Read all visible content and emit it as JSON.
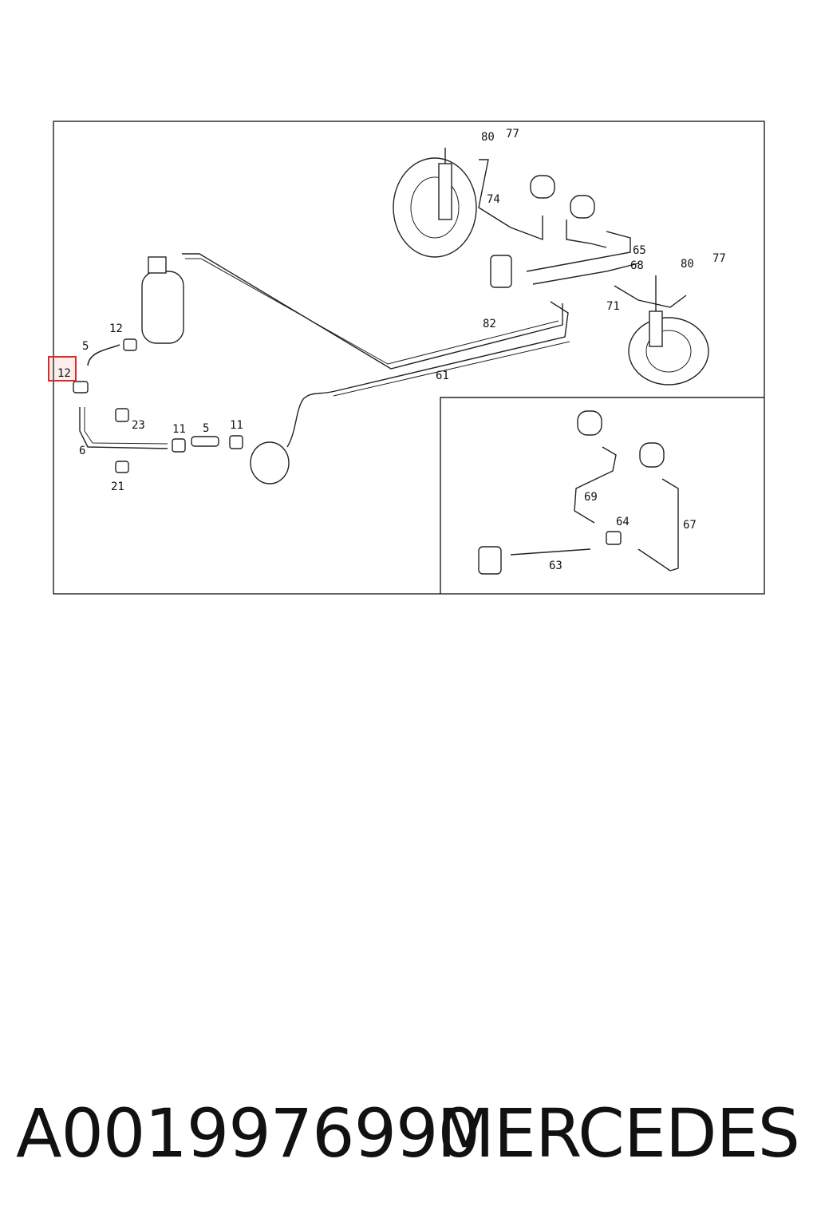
{
  "diagram": {
    "callouts": [
      "80",
      "77",
      "74",
      "65",
      "68",
      "80",
      "77",
      "71",
      "82",
      "61",
      "12",
      "5",
      "12",
      "23",
      "6",
      "11",
      "5",
      "11",
      "21",
      "69",
      "64",
      "67",
      "63"
    ],
    "highlighted_callout": "12",
    "highlight_color": "#e02828"
  },
  "footer": {
    "part_number": "A0019976990",
    "brand": "MERCEDES"
  }
}
